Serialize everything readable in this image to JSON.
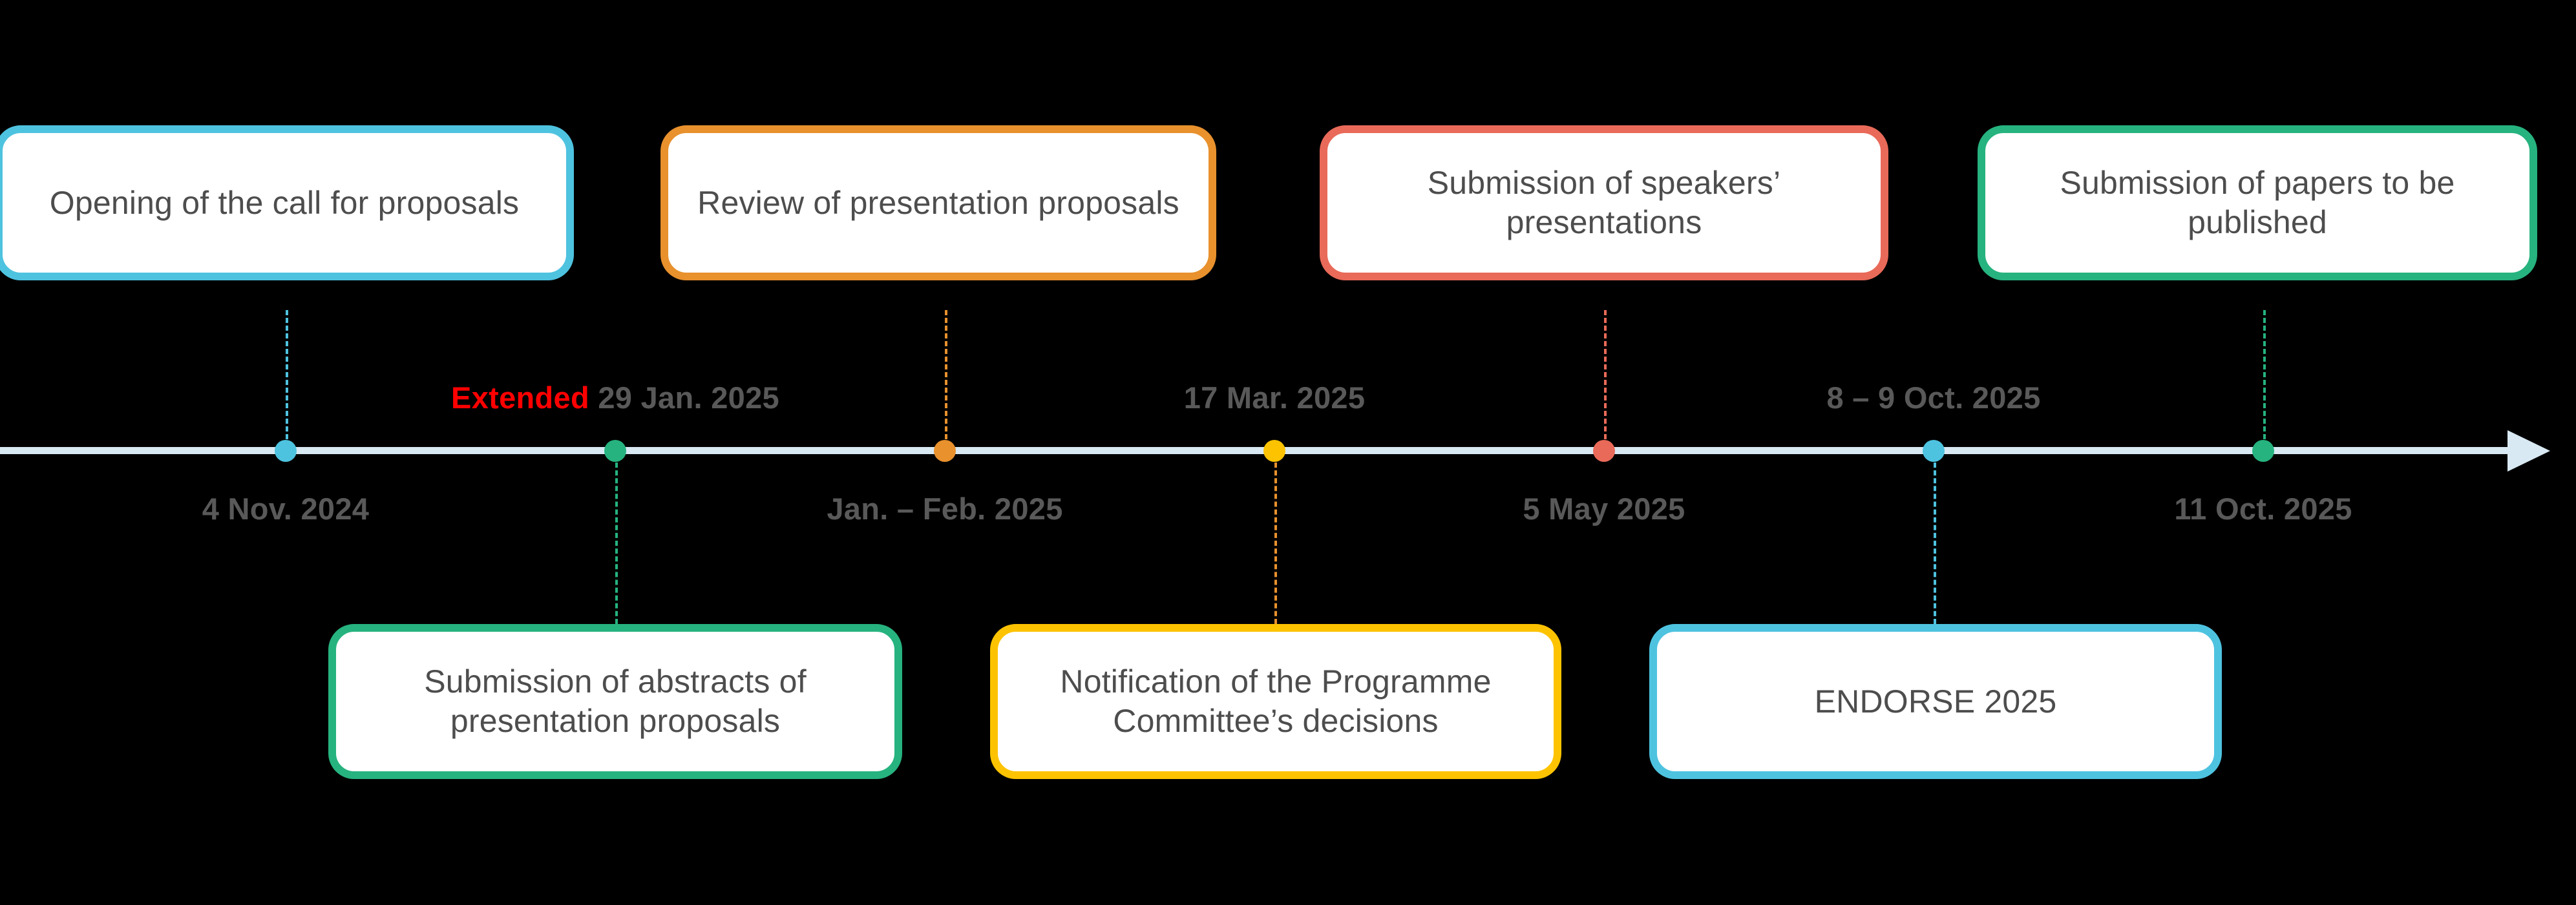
{
  "timeline": {
    "axis": {
      "color": "#d8e9f3",
      "arrow_icon": "arrow-right-icon"
    },
    "milestones": [
      {
        "id": "opening-call",
        "card_label": "Opening of the call for proposals",
        "date_label": "4 Nov. 2024",
        "date_prefix": "",
        "color": "#4ec3e0",
        "card_position": "top",
        "date_position": "below"
      },
      {
        "id": "submission-abstracts",
        "card_label": "Submission of abstracts of presentation proposals",
        "date_label": "29 Jan. 2025",
        "date_prefix": "Extended",
        "color": "#26b37f",
        "card_position": "bottom",
        "date_position": "above"
      },
      {
        "id": "review-proposals",
        "card_label": "Review of presentation proposals",
        "date_label": "Jan. – Feb. 2025",
        "date_prefix": "",
        "color": "#e8912d",
        "card_position": "top",
        "date_position": "below"
      },
      {
        "id": "notification-decisions",
        "card_label": "Notification of the Programme Committee’s decisions",
        "date_label": "17 Mar. 2025",
        "date_prefix": "",
        "color": "#fdc300",
        "card_position": "bottom",
        "date_position": "above"
      },
      {
        "id": "submission-speakers-presentations",
        "card_label": "Submission of speakers’ presentations",
        "date_label": "5 May 2025",
        "date_prefix": "",
        "color": "#e96a59",
        "card_position": "top",
        "date_position": "below"
      },
      {
        "id": "endorse-2025",
        "card_label": "ENDORSE 2025",
        "date_label": "8 – 9 Oct. 2025",
        "date_prefix": "",
        "color": "#4ec3e0",
        "card_position": "bottom",
        "date_position": "above"
      },
      {
        "id": "submission-papers",
        "card_label": "Submission of papers to be published",
        "date_label": "11 Oct. 2025",
        "date_prefix": "",
        "color": "#26b37f",
        "card_position": "top",
        "date_position": "below"
      }
    ],
    "colors": {
      "background": "#000000",
      "card_fill": "#ffffff",
      "card_text": "#4d4d4d",
      "date_text": "#595959",
      "extended_text": "#ff0000",
      "axis": "#d8e9f3"
    }
  }
}
